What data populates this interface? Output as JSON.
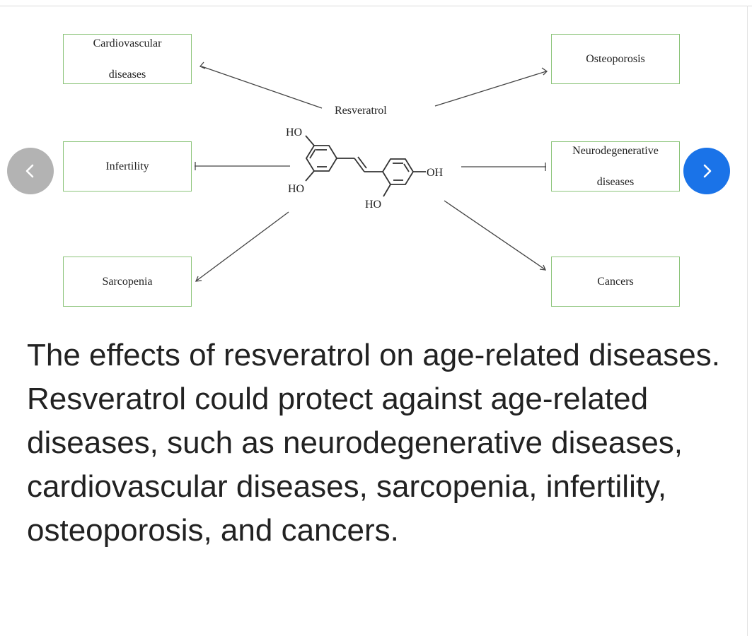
{
  "figure": {
    "title": "Resveratrol",
    "center_compound": {
      "groups": {
        "ho_top": "HO",
        "ho_bottom_left": "HO",
        "ho_bottom": "HO",
        "oh_right": "OH"
      }
    },
    "boxes": {
      "cardiovascular": {
        "line1": "Cardiovascular",
        "line2": "diseases"
      },
      "osteoporosis": {
        "line1": "Osteoporosis"
      },
      "infertility": {
        "line1": "Infertility"
      },
      "neurodegenerative": {
        "line1": "Neurodegenerative",
        "line2": "diseases"
      },
      "sarcopenia": {
        "line1": "Sarcopenia"
      },
      "cancers": {
        "line1": "Cancers"
      }
    },
    "colors": {
      "box_border": "#8cc47a",
      "arrow": "#444444"
    }
  },
  "navigation": {
    "prev_icon": "chevron-left-icon",
    "next_icon": "chevron-right-icon",
    "prev_color": "#b3b3b3",
    "next_color": "#1a73e8"
  },
  "caption": "The effects of resveratrol on age-related diseases. Resveratrol could protect against age-related diseases, such as neurodegenerative diseases, cardiovascular diseases, sarcopenia, infertility, osteoporosis, and cancers."
}
